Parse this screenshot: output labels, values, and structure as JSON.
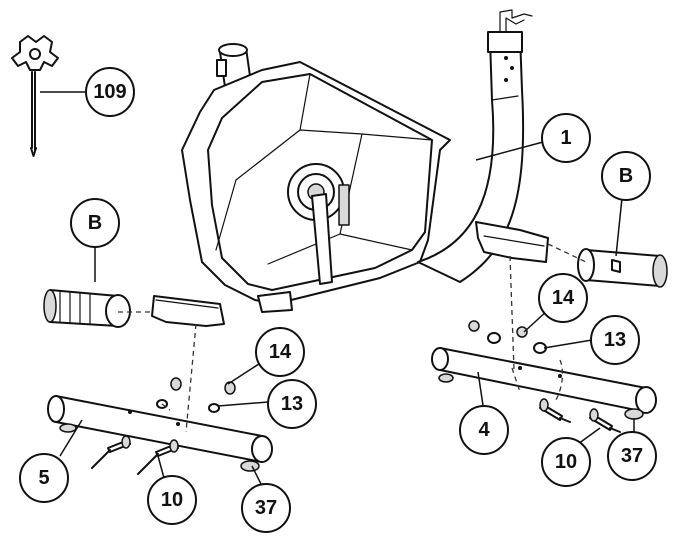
{
  "callouts": {
    "c109": "109",
    "c1": "1",
    "b_left": "B",
    "b_right": "B",
    "c14_left": "14",
    "c13_left": "13",
    "c14_right": "14",
    "c13_right": "13",
    "c4": "4",
    "c5": "5",
    "c10_left": "10",
    "c10_right": "10",
    "c37_left": "37",
    "c37_right": "37"
  }
}
